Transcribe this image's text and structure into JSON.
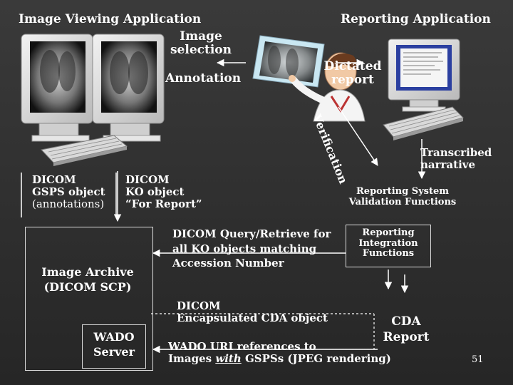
{
  "titles": {
    "left": "Image Viewing Application",
    "right": "Reporting Application"
  },
  "labels": {
    "image_selection_1": "Image",
    "image_selection_2": "selection",
    "annotation": "Annotation",
    "dictated_1": "Dictated",
    "dictated_2": "report",
    "verification": "Verification",
    "transcribed_1": "Transcribed",
    "transcribed_2": "narrative",
    "gsps_1": "DICOM",
    "gsps_2": "GSPS object",
    "gsps_3": "(annotations)",
    "ko_1": "DICOM",
    "ko_2": "KO object",
    "ko_3": "“For Report”",
    "validation_1": "Reporting System",
    "validation_2": "Validation Functions",
    "query_1": "DICOM Query/Retrieve for",
    "query_2": "all KO objects matching",
    "query_3": "Accession Number",
    "integration_1": "Reporting",
    "integration_2": "Integration",
    "integration_3": "Functions",
    "archive_1": "Image Archive",
    "archive_2": "(DICOM SCP)",
    "cda_obj_1": "DICOM",
    "cda_obj_2": "Encapsulated CDA object",
    "cda_report_1": "CDA",
    "cda_report_2": "Report",
    "wado_1": "WADO",
    "wado_2": "Server",
    "wado_uri_1": "WADO URI references to",
    "wado_uri_2a": "Images ",
    "wado_uri_2b": "with",
    "wado_uri_2c": " GSPSs (JPEG rendering)",
    "page_number": "51"
  }
}
